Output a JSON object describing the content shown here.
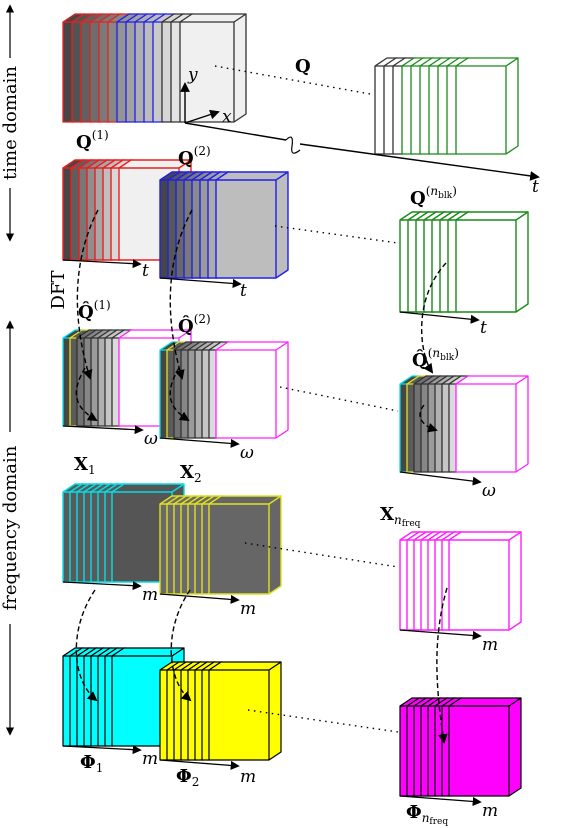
{
  "side_labels": {
    "time": "time domain",
    "frequency": "frequency domain"
  },
  "dft_label": "DFT",
  "colors": {
    "red": "#e8201e",
    "blue": "#2020e8",
    "green": "#1a8a1a",
    "cyan": "#00ffff",
    "yellow": "#ffff00",
    "magenta": "#ff00ff",
    "border_cyan": "#00e0e8",
    "border_yellow": "#e0e020",
    "border_magenta": "#ff20ff"
  },
  "axes": {
    "x": "x",
    "y": "y",
    "t": "t",
    "omega": "ω",
    "m": "m"
  },
  "labels": {
    "Q": "Q",
    "Qhat": "Q̂",
    "X": "X",
    "Phi": "Φ",
    "sup_1": "(1)",
    "sup_2": "(2)",
    "sup_blk_open": "(",
    "sup_blk_n": "n",
    "sup_blk_sub": "blk",
    "sup_blk_close": ")",
    "sub_1": "1",
    "sub_2": "2",
    "sub_freq_n": "n",
    "sub_freq": "freq"
  }
}
